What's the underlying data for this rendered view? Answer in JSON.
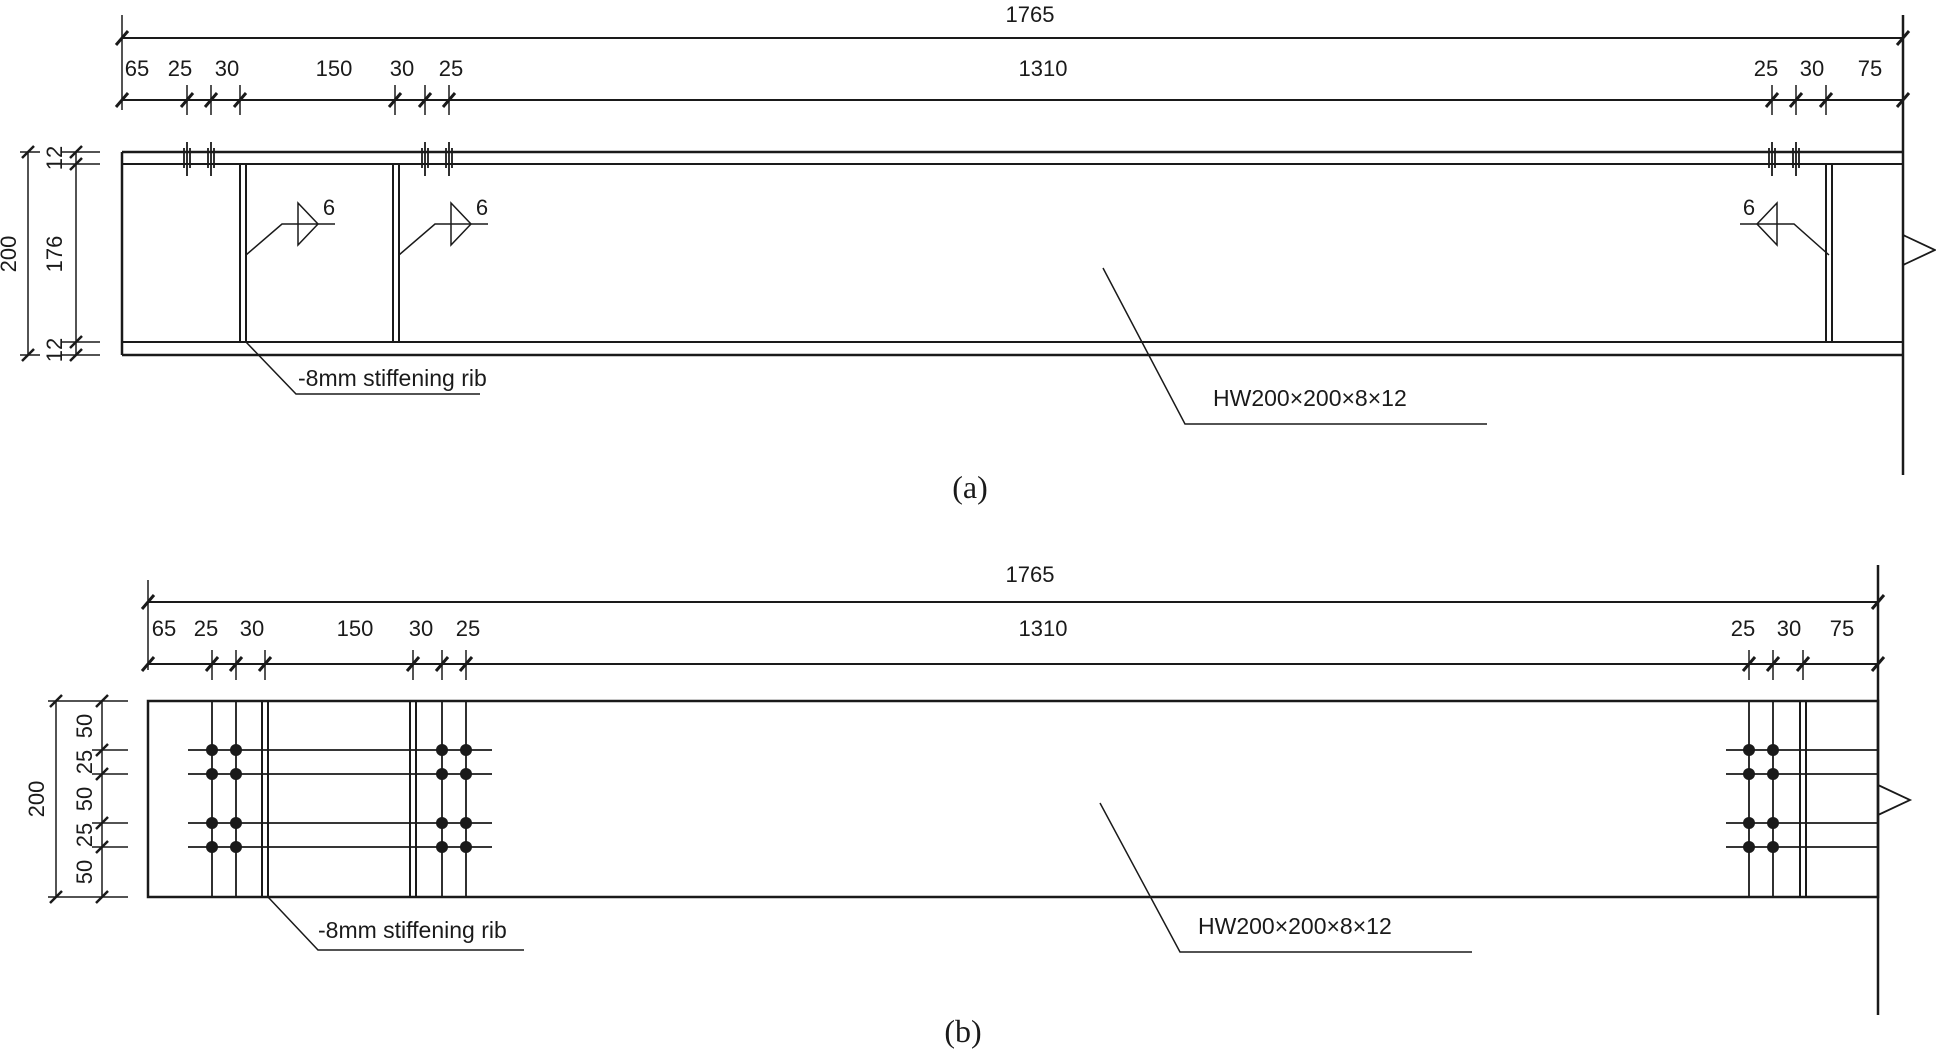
{
  "panel_a": {
    "overall_dim": "1765",
    "segments": [
      "65",
      "25",
      "30",
      "150",
      "30",
      "25",
      "1310",
      "25",
      "30",
      "75"
    ],
    "flange_top": "12",
    "web_depth": "176",
    "flange_bottom": "12",
    "total_height": "200",
    "weld_size_1": "6",
    "weld_size_2": "6",
    "weld_size_3": "6",
    "rib_label": "-8mm stiffening rib",
    "section_label": "HW200×200×8×12",
    "caption": "(a)"
  },
  "panel_b": {
    "overall_dim": "1765",
    "segments": [
      "65",
      "25",
      "30",
      "150",
      "30",
      "25",
      "1310",
      "25",
      "30",
      "75"
    ],
    "bolt_spacing": [
      "50",
      "25",
      "50",
      "25",
      "50"
    ],
    "total_height": "200",
    "rib_label": "-8mm stiffening rib",
    "section_label": "HW200×200×8×12",
    "caption": "(b)"
  }
}
